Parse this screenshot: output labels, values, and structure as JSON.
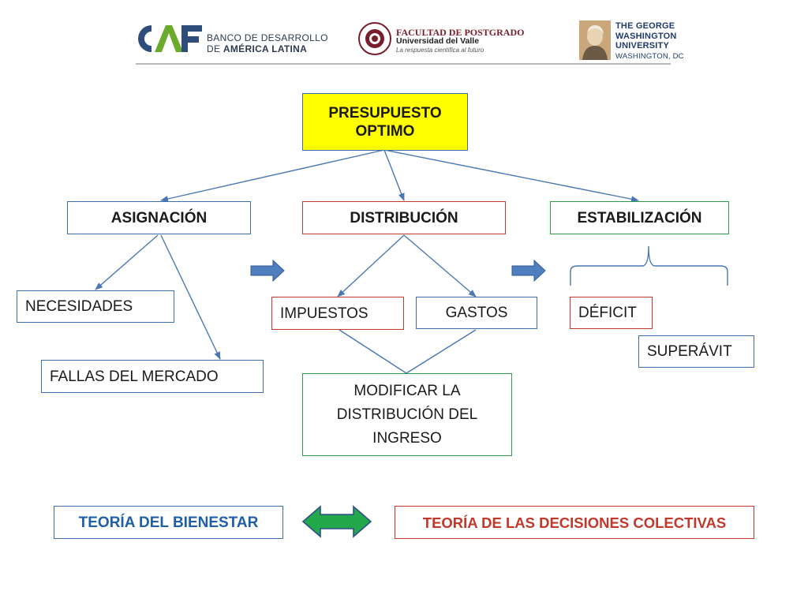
{
  "header": {
    "caf": {
      "mark": "CAF",
      "line1": "BANCO DE DESARROLLO",
      "line2_prefix": "DE ",
      "line2_bold": "AMÉRICA LATINA"
    },
    "univalle": {
      "title": "FACULTAD DE POSTGRADO",
      "name": "Universidad del Valle",
      "tagline": "La respuesta científica al futuro"
    },
    "gwu": {
      "line1": "THE GEORGE",
      "line2": "WASHINGTON",
      "line3": "UNIVERSITY",
      "line4": "WASHINGTON, DC"
    }
  },
  "diagram": {
    "root": "PRESUPUESTO\nOPTIMO",
    "asignacion": "ASIGNACIÓN",
    "distribucion": "DISTRIBUCIÓN",
    "estabilizacion": "ESTABILIZACIÓN",
    "necesidades": "NECESIDADES",
    "fallas": "FALLAS DEL MERCADO",
    "impuestos": "IMPUESTOS",
    "gastos": "GASTOS",
    "modificar": "MODIFICAR LA\nDISTRIBUCIÓN DEL\nINGRESO",
    "deficit": "DÉFICIT",
    "superavit": "SUPERÁVIT",
    "bienestar": "TEORÍA DEL BIENESTAR",
    "decisiones": "TEORÍA DE LAS DECISIONES COLECTIVAS"
  },
  "colors": {
    "box_blue": "#3d6fb0",
    "box_red": "#c0392b",
    "box_green": "#2e9a4c",
    "root_fill": "#ffff00",
    "block_arrow": "#4f7fbe",
    "double_arrow": "#22a84a"
  }
}
